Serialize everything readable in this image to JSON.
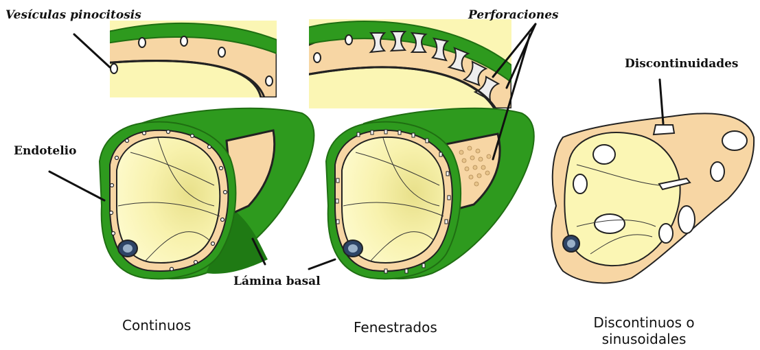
{
  "labels": {
    "vesiculas": "Vesículas pinocitosis",
    "perforaciones": "Perforaciones",
    "discontinuidades": "Discontinuidades",
    "endotelio": "Endotelio",
    "lamina_basal": "Lámina basal"
  },
  "captions": {
    "continuos": "Continuos",
    "fenestrados": "Fenestrados",
    "discontinuos_line1": "Discontinuos o",
    "discontinuos_line2": "sinusoidales"
  },
  "colors": {
    "basal_green": "#2e9a1e",
    "basal_dark": "#1f6e12",
    "endothelium_tan": "#f7d6a4",
    "lumen_yellow": "#fbf6b4",
    "outline": "#222222"
  }
}
